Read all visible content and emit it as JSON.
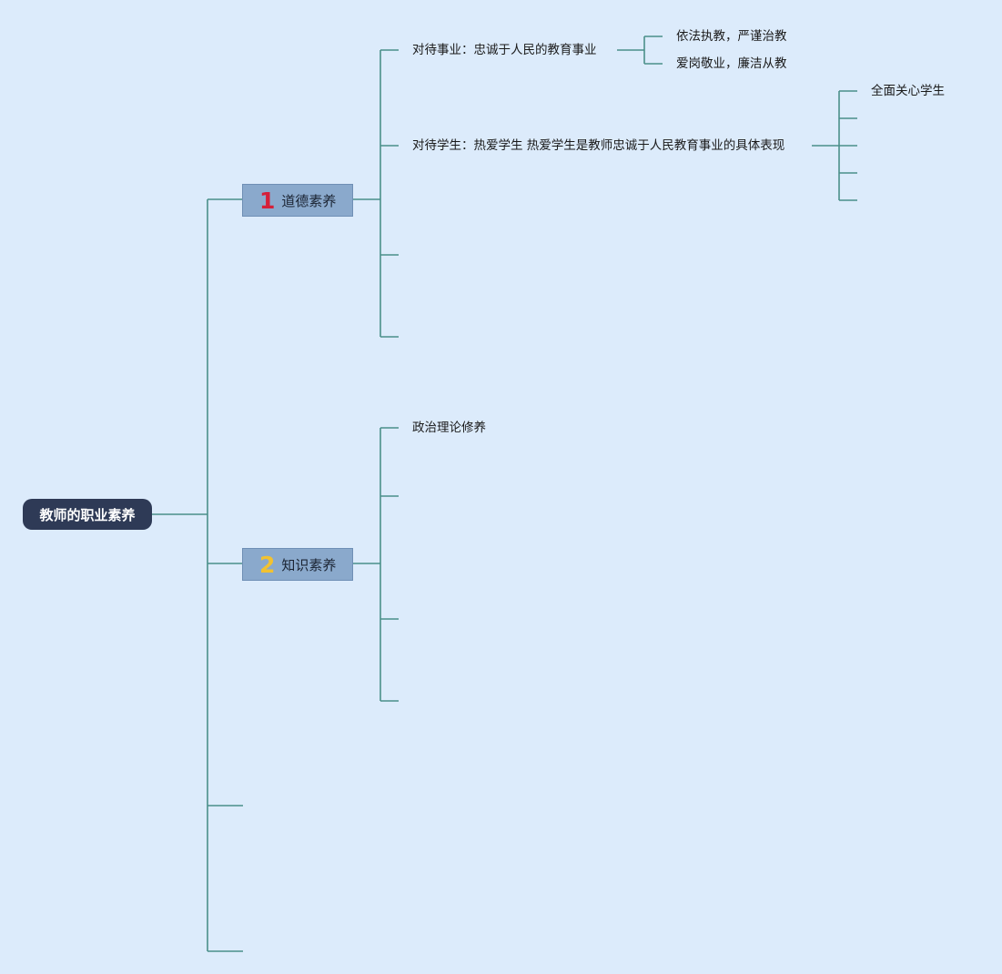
{
  "root": {
    "label": "教师的职业素养",
    "background": "#2e3a56"
  },
  "branches": [
    {
      "number": "1",
      "number_color": "#d5203a",
      "label": "道德素养",
      "children": [
        {
          "label": "对待事业：忠诚于人民的教育事业",
          "children": [
            "依法执教，严谨治教",
            "爱岗敬业，廉洁从教"
          ]
        },
        {
          "label": "对待学生：热爱学生 热爱学生是教师忠诚于人民教育事业的具体表现",
          "children": [
            "全面关心学生",
            "",
            "",
            "",
            ""
          ]
        },
        {
          "label": "",
          "children": []
        },
        {
          "label": "",
          "children": []
        }
      ]
    },
    {
      "number": "2",
      "number_color": "#f2c230",
      "label": "知识素养",
      "children": [
        {
          "label": "政治理论修养",
          "children": []
        },
        {
          "label": "",
          "children": []
        },
        {
          "label": "",
          "children": []
        },
        {
          "label": "",
          "children": []
        }
      ]
    },
    {
      "number": "",
      "label": "",
      "children": []
    },
    {
      "number": "",
      "label": "",
      "children": []
    }
  ],
  "line_color": "#4a8f8a",
  "background_color": "#dcebfb"
}
